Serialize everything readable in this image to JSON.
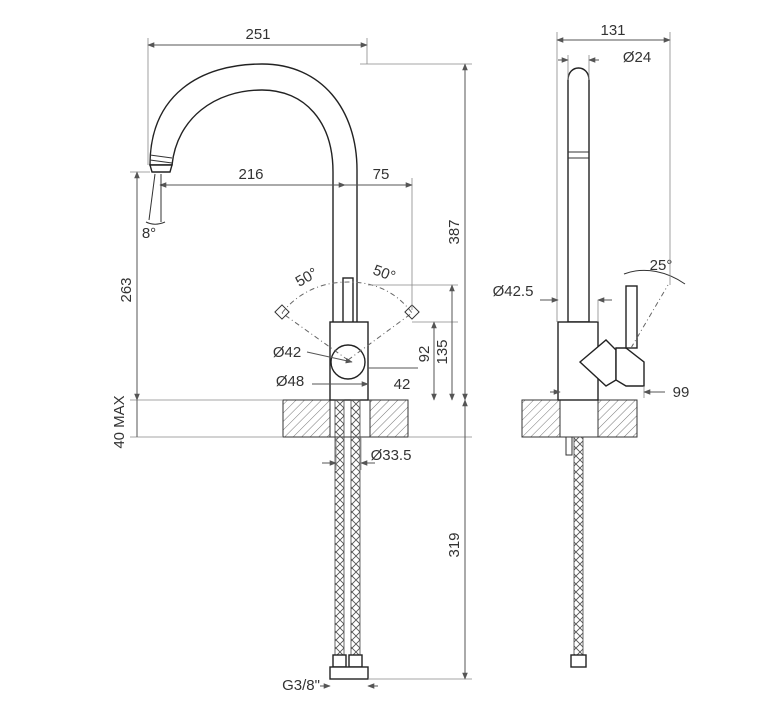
{
  "front_view": {
    "width_total": "251",
    "reach": "216",
    "spout_offset": "75",
    "height_total": "387",
    "height_to_spout": "263",
    "deck_max": "40 MAX",
    "handle_angle_left": "50°",
    "handle_angle_right": "50°",
    "spout_tilt": "8°",
    "body_dia": "Ø42",
    "base_dia": "Ø48",
    "handle_height": "135",
    "lever_height": "92",
    "lever_offset": "42",
    "hole_dia": "Ø33.5",
    "hose_length": "319",
    "thread": "G3/8\""
  },
  "side_view": {
    "depth_total": "131",
    "spout_dia": "Ø24",
    "base_dia": "Ø42.5",
    "handle_angle": "25°",
    "handle_depth": "99"
  }
}
